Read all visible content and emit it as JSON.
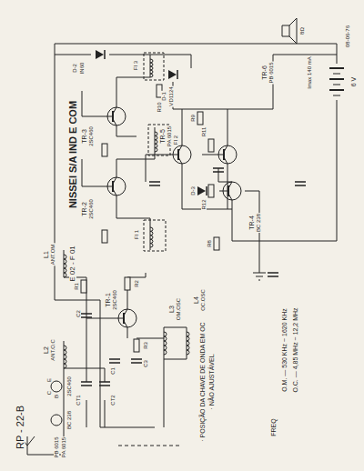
{
  "diagram": {
    "title": "NISSEI S/A IND E COM",
    "labels": [
      "RP - 22-B",
      "E 02 - F 01",
      "08-06-76",
      "L1",
      "ANT.OM",
      "L2",
      "ANT.O.C",
      "CT1",
      "CT2",
      "TR-1",
      "2SC460",
      "R1",
      "R2",
      "R3",
      "C1",
      "C2",
      "C3",
      "L3",
      "OM.OSC",
      "L4",
      "OC.OSC",
      "FI 1",
      "FI 2",
      "FI 3",
      "TR-2",
      "2SC460",
      "TR-3",
      "2SC460",
      "D-1",
      "VD1124",
      "D-2",
      "IN60",
      "R10",
      "TR-5",
      "PA 6015",
      "TR-4",
      "BC 238",
      "TR-6",
      "PB 6015",
      "R8",
      "R9",
      "R11",
      "R12",
      "D-3",
      "Imax 140 mA",
      "6 V",
      "8Ω",
      "E",
      "B",
      "C",
      "2SC460",
      "BC 238",
      "PB 6015",
      "PA 6015",
      "· POSIÇÃO DA CHAVE DE ONDA EM OC",
      "· NÃO AJUSTÁVEL",
      "FREQ",
      "O.M. — 530 KHz ~ 1620 KHz",
      "O.C. — 4,85 MHz ~ 12,2 MHz"
    ]
  }
}
